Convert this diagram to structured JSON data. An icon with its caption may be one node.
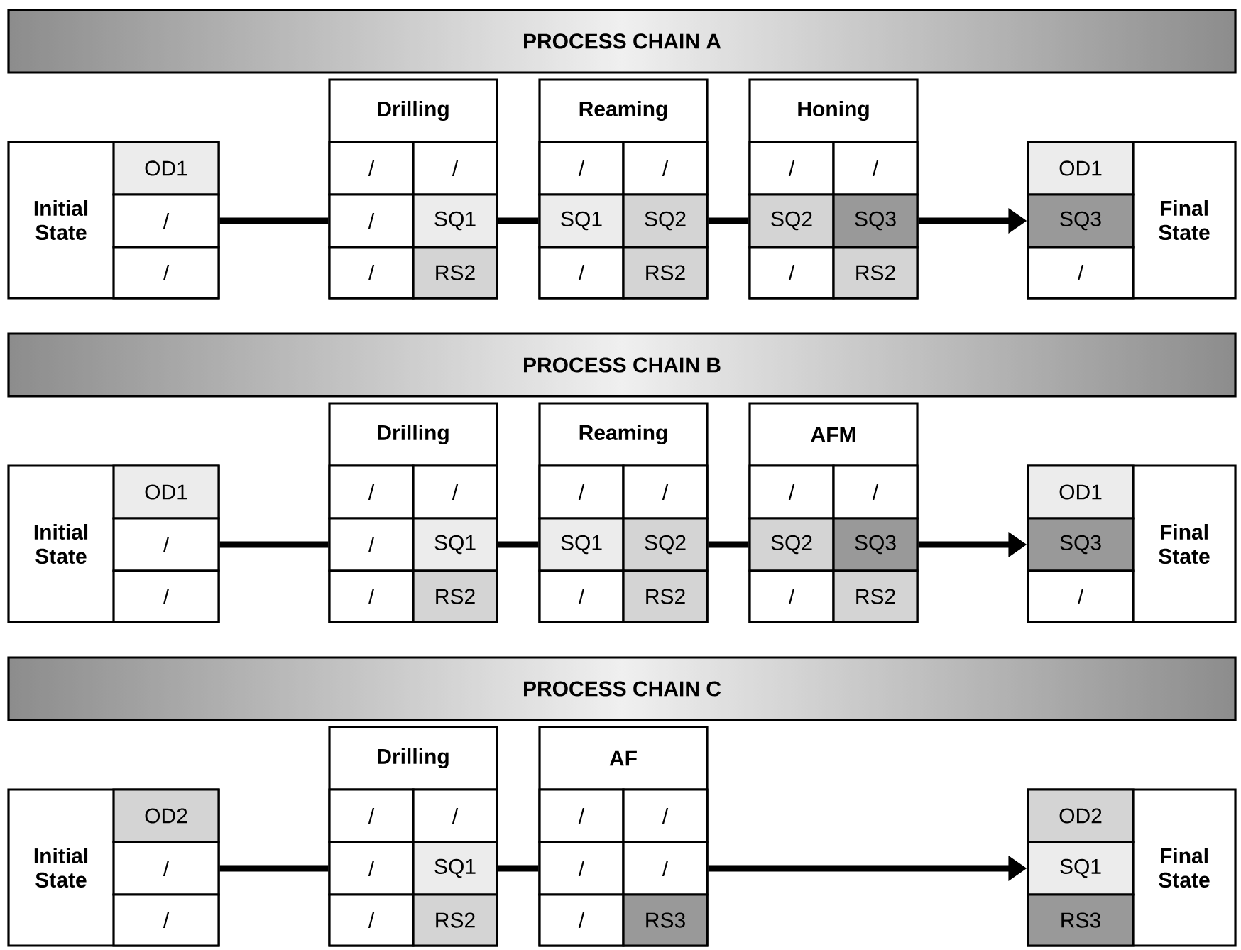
{
  "diagram": {
    "nodes": [
      {
        "text": [
          "PROCESS CHAIN A"
        ]
      },
      {
        "text": [
          "Initial State"
        ]
      },
      {
        "text": [
          "OD1"
        ],
        "in": 1
      },
      {
        "text": [
          "/"
        ],
        "in": 1
      },
      {
        "text": [
          "/"
        ],
        "in": 1
      },
      {
        "text": [
          "Drilling"
        ]
      },
      {
        "text": [
          "/"
        ],
        "in": 5
      },
      {
        "text": [
          "/"
        ],
        "in": 5
      },
      {
        "text": [
          "/"
        ],
        "in": 5
      },
      {
        "text": [
          "SQ1"
        ],
        "in": 5
      },
      {
        "text": [
          "/"
        ],
        "in": 5
      },
      {
        "text": [
          "RS2"
        ],
        "in": 5
      },
      {
        "text": [
          "Reaming"
        ]
      },
      {
        "text": [
          "/"
        ],
        "in": 12
      },
      {
        "text": [
          "/"
        ],
        "in": 12
      },
      {
        "text": [
          "SQ1"
        ],
        "in": 12
      },
      {
        "text": [
          "SQ2"
        ],
        "in": 12
      },
      {
        "text": [
          "/"
        ],
        "in": 12
      },
      {
        "text": [
          "RS2"
        ],
        "in": 12
      },
      {
        "text": [
          "Honing"
        ]
      },
      {
        "text": [
          "/"
        ],
        "in": 19
      },
      {
        "text": [
          "/"
        ],
        "in": 19
      },
      {
        "text": [
          "SQ2"
        ],
        "in": 19
      },
      {
        "text": [
          "SQ3"
        ],
        "in": 19
      },
      {
        "text": [
          "/"
        ],
        "in": 19
      },
      {
        "text": [
          "RS2"
        ],
        "in": 19
      },
      {
        "text": [
          "Final State"
        ]
      },
      {
        "text": [
          "OD1"
        ],
        "in": 26
      },
      {
        "text": [
          "SQ3"
        ],
        "in": 26
      },
      {
        "text": [
          "/"
        ],
        "in": 26
      },
      {
        "text": [
          "PROCESS CHAIN B"
        ]
      },
      {
        "text": [
          "Initial State"
        ]
      },
      {
        "text": [
          "OD1"
        ],
        "in": 31
      },
      {
        "text": [
          "/"
        ],
        "in": 31
      },
      {
        "text": [
          "/"
        ],
        "in": 31
      },
      {
        "text": [
          "Drilling"
        ]
      },
      {
        "text": [
          "/"
        ],
        "in": 35
      },
      {
        "text": [
          "/"
        ],
        "in": 35
      },
      {
        "text": [
          "/"
        ],
        "in": 35
      },
      {
        "text": [
          "SQ1"
        ],
        "in": 35
      },
      {
        "text": [
          "/"
        ],
        "in": 35
      },
      {
        "text": [
          "RS2"
        ],
        "in": 35
      },
      {
        "text": [
          "Reaming"
        ]
      },
      {
        "text": [
          "/"
        ],
        "in": 42
      },
      {
        "text": [
          "/"
        ],
        "in": 42
      },
      {
        "text": [
          "SQ1"
        ],
        "in": 42
      },
      {
        "text": [
          "SQ2"
        ],
        "in": 42
      },
      {
        "text": [
          "/"
        ],
        "in": 42
      },
      {
        "text": [
          "RS2"
        ],
        "in": 42
      },
      {
        "text": [
          "AFM"
        ]
      },
      {
        "text": [
          "/"
        ],
        "in": 49
      },
      {
        "text": [
          "/"
        ],
        "in": 49
      },
      {
        "text": [
          "SQ2"
        ],
        "in": 49
      },
      {
        "text": [
          "SQ3"
        ],
        "in": 49
      },
      {
        "text": [
          "/"
        ],
        "in": 49
      },
      {
        "text": [
          "RS2"
        ],
        "in": 49
      },
      {
        "text": [
          "Final State"
        ]
      },
      {
        "text": [
          "OD1"
        ],
        "in": 56
      },
      {
        "text": [
          "SQ3"
        ],
        "in": 56
      },
      {
        "text": [
          "/"
        ],
        "in": 56
      },
      {
        "text": [
          "PROCESS CHAIN C"
        ]
      },
      {
        "text": [
          "Initial State"
        ]
      },
      {
        "text": [
          "OD2"
        ],
        "in": 61
      },
      {
        "text": [
          "/"
        ],
        "in": 61
      },
      {
        "text": [
          "/"
        ],
        "in": 61
      },
      {
        "text": [
          "Drilling"
        ]
      },
      {
        "text": [
          "/"
        ],
        "in": 65
      },
      {
        "text": [
          "/"
        ],
        "in": 65
      },
      {
        "text": [
          "/"
        ],
        "in": 65
      },
      {
        "text": [
          "SQ1"
        ],
        "in": 65
      },
      {
        "text": [
          "/"
        ],
        "in": 65
      },
      {
        "text": [
          "RS2"
        ],
        "in": 65
      },
      {
        "text": [
          "AF"
        ]
      },
      {
        "text": [
          "/"
        ],
        "in": 72
      },
      {
        "text": [
          "/"
        ],
        "in": 72
      },
      {
        "text": [
          "/"
        ],
        "in": 72
      },
      {
        "text": [
          "/"
        ],
        "in": 72
      },
      {
        "text": [
          "/"
        ],
        "in": 72
      },
      {
        "text": [
          "RS3"
        ],
        "in": 72
      },
      {
        "text": [
          "Final State"
        ]
      },
      {
        "text": [
          "OD2"
        ],
        "in": 79
      },
      {
        "text": [
          "SQ1"
        ],
        "in": 79
      },
      {
        "text": [
          "RS3"
        ],
        "in": 79
      }
    ],
    "edges": [
      {
        "from": 3,
        "to": 8,
        "arrow": "none"
      },
      {
        "from": 9,
        "to": 15,
        "arrow": "none"
      },
      {
        "from": 16,
        "to": 22,
        "arrow": "none"
      },
      {
        "from": 23,
        "to": 28,
        "arrow": "to"
      },
      {
        "from": 33,
        "to": 38,
        "arrow": "none"
      },
      {
        "from": 39,
        "to": 45,
        "arrow": "none"
      },
      {
        "from": 46,
        "to": 52,
        "arrow": "none"
      },
      {
        "from": 53,
        "to": 58,
        "arrow": "to"
      },
      {
        "from": 63,
        "to": 68,
        "arrow": "none"
      },
      {
        "from": 69,
        "to": 75,
        "arrow": "none"
      },
      {
        "from": 76,
        "to": 81,
        "arrow": "to"
      }
    ]
  }
}
